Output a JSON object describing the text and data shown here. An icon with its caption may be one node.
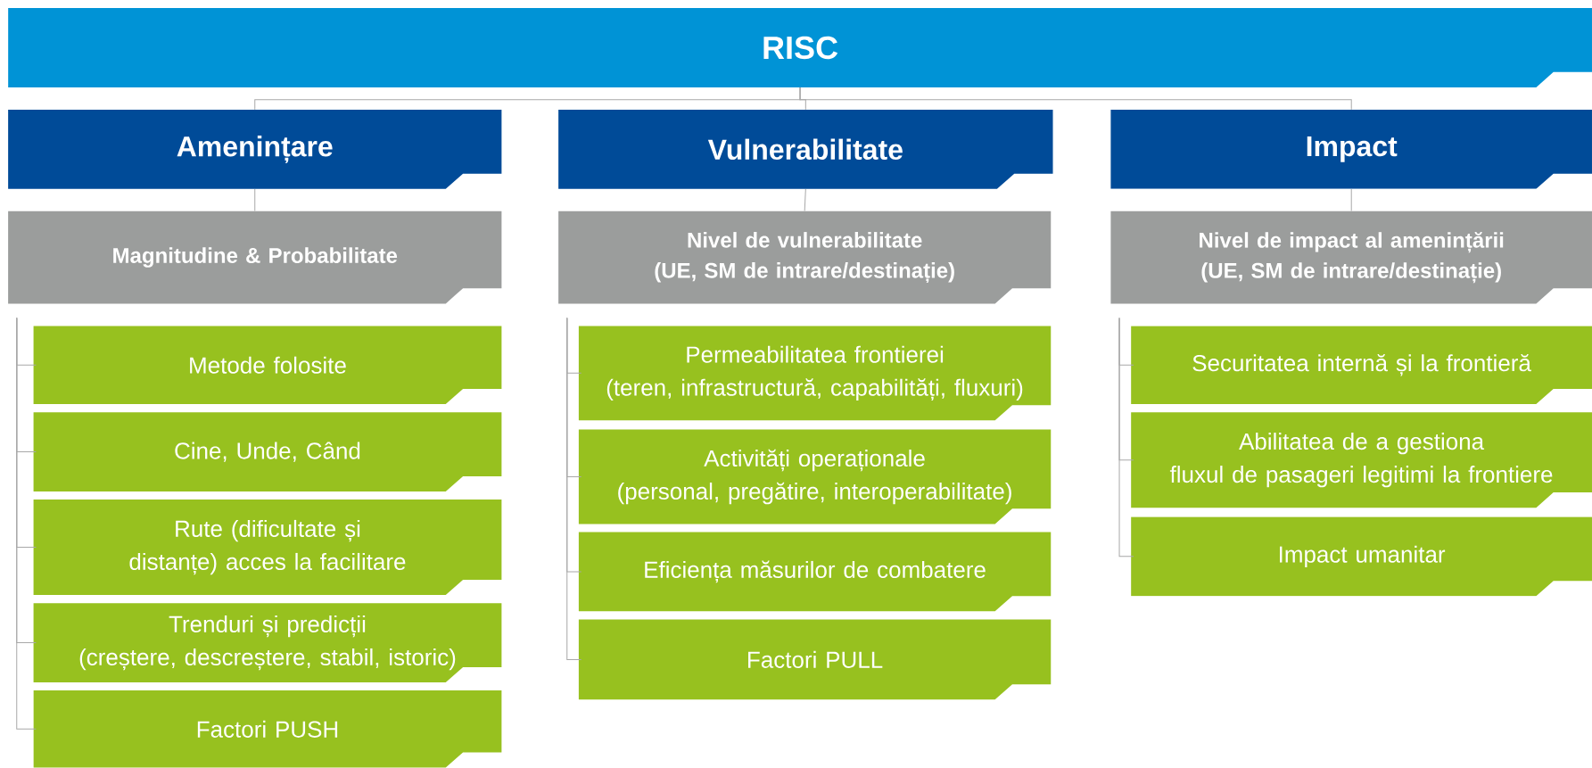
{
  "diagram": {
    "nodes": [
      {
        "text": [
          "RISC"
        ]
      },
      {
        "text": [
          "Amenințare"
        ]
      },
      {
        "text": [
          "Vulnerabilitate"
        ]
      },
      {
        "text": [
          "Impact"
        ]
      },
      {
        "text": [
          "Magnitudine & Probabilitate"
        ]
      },
      {
        "text": [
          "Nivel de vulnerabilitate (UE, SM de intrare/destinație)"
        ]
      },
      {
        "text": [
          "Nivel de impact al amenințării (UE, SM de intrare/destinație)"
        ]
      },
      {
        "text": [
          "Metode folosite"
        ]
      },
      {
        "text": [
          "Cine, Unde, Când"
        ]
      },
      {
        "text": [
          "Rute (dificultate și distanțe) acces la facilitare"
        ]
      },
      {
        "text": [
          "Trenduri și predicții (creștere, descreștere, stabil, istoric)"
        ]
      },
      {
        "text": [
          "Factori PUSH"
        ]
      },
      {
        "text": [
          "Permeabilitatea frontierei (teren, infrastructură, capabilități, fluxuri)"
        ]
      },
      {
        "text": [
          "Activități operaționale (personal, pregătire, interoperabilitate)"
        ]
      },
      {
        "text": [
          "Eficiența măsurilor de combatere"
        ]
      },
      {
        "text": [
          "Factori PULL"
        ]
      },
      {
        "text": [
          "Securitatea internă și la frontieră"
        ]
      },
      {
        "text": [
          "Abilitatea de a gestiona fluxul de pasageri legitimi la frontiere"
        ]
      },
      {
        "text": [
          "Impact umanitar"
        ]
      }
    ],
    "edges": [
      {
        "from": 0,
        "to": 1,
        "arrow": "none"
      },
      {
        "from": 0,
        "to": 2,
        "arrow": "none"
      },
      {
        "from": 0,
        "to": 3,
        "arrow": "none"
      },
      {
        "from": 1,
        "to": 4,
        "arrow": "none"
      },
      {
        "from": 2,
        "to": 5,
        "arrow": "none"
      },
      {
        "from": 3,
        "to": 6,
        "arrow": "none"
      },
      {
        "from": 4,
        "to": 7,
        "arrow": "none"
      },
      {
        "from": 4,
        "to": 8,
        "arrow": "none"
      },
      {
        "from": 4,
        "to": 9,
        "arrow": "none"
      },
      {
        "from": 4,
        "to": 10,
        "arrow": "none"
      },
      {
        "from": 4,
        "to": 11,
        "arrow": "none"
      },
      {
        "from": 5,
        "to": 12,
        "arrow": "none"
      },
      {
        "from": 5,
        "to": 13,
        "arrow": "none"
      },
      {
        "from": 5,
        "to": 14,
        "arrow": "none"
      },
      {
        "from": 5,
        "to": 15,
        "arrow": "none"
      },
      {
        "from": 6,
        "to": 16,
        "arrow": "none"
      },
      {
        "from": 6,
        "to": 17,
        "arrow": "none"
      },
      {
        "from": 6,
        "to": 18,
        "arrow": "none"
      }
    ]
  }
}
